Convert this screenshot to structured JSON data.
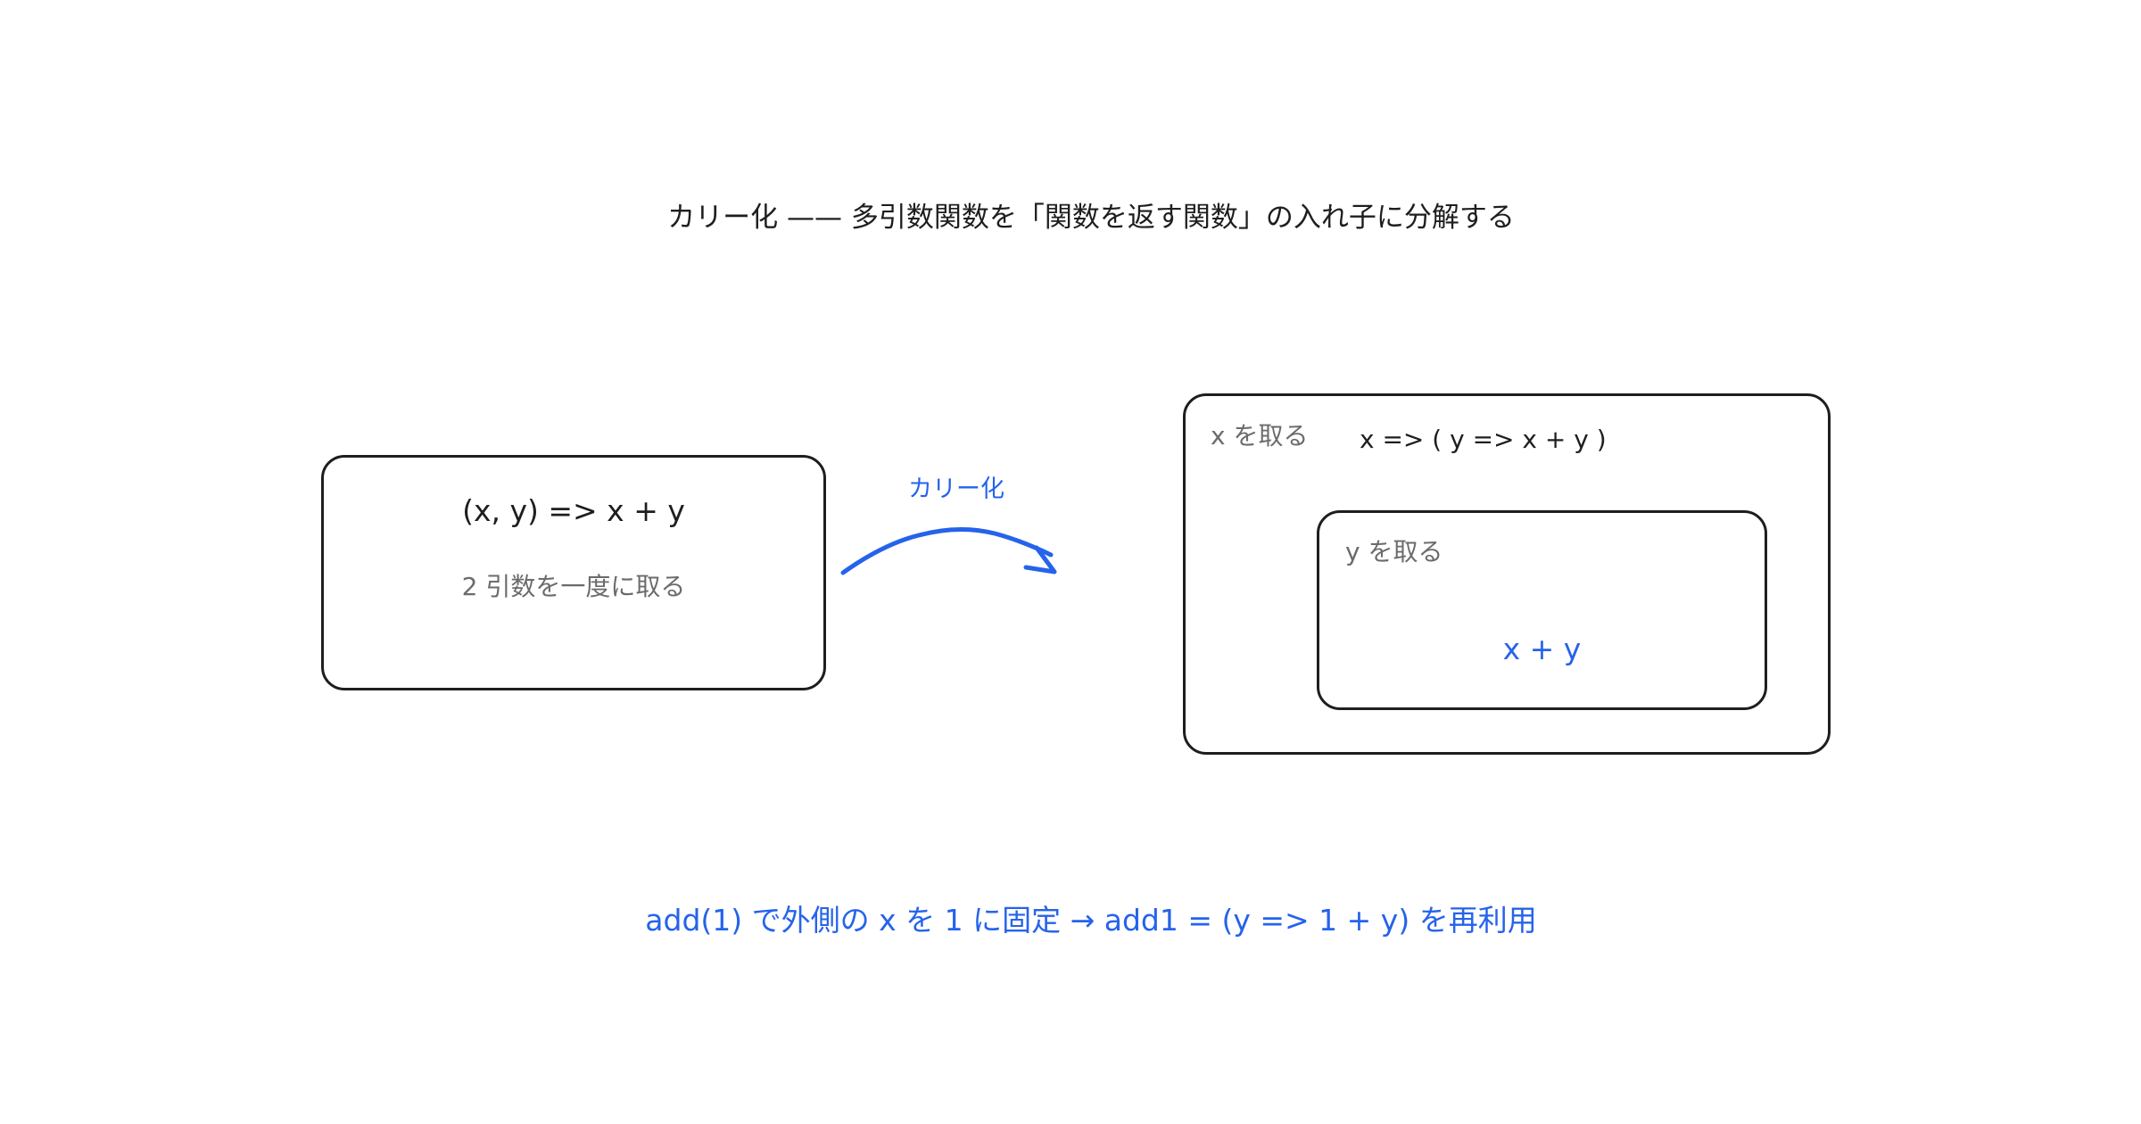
{
  "title": "カリー化 —— 多引数関数を「関数を返す関数」の入れ子に分解する",
  "left_box": {
    "formula": "(x, y) => x + y",
    "caption": "2 引数を一度に取る"
  },
  "arrow": {
    "label": "カリー化"
  },
  "outer_box": {
    "label": "x を取る",
    "formula": "x => ( y => x + y )"
  },
  "inner_box": {
    "label": "y を取る",
    "formula": "x + y"
  },
  "note": "add(1) で外側の x を 1 に固定 → add1 = (y => 1 + y) を再利用",
  "colors": {
    "accent": "#2563eb",
    "stroke": "#1e1e1e",
    "muted": "#6b6b6b"
  }
}
